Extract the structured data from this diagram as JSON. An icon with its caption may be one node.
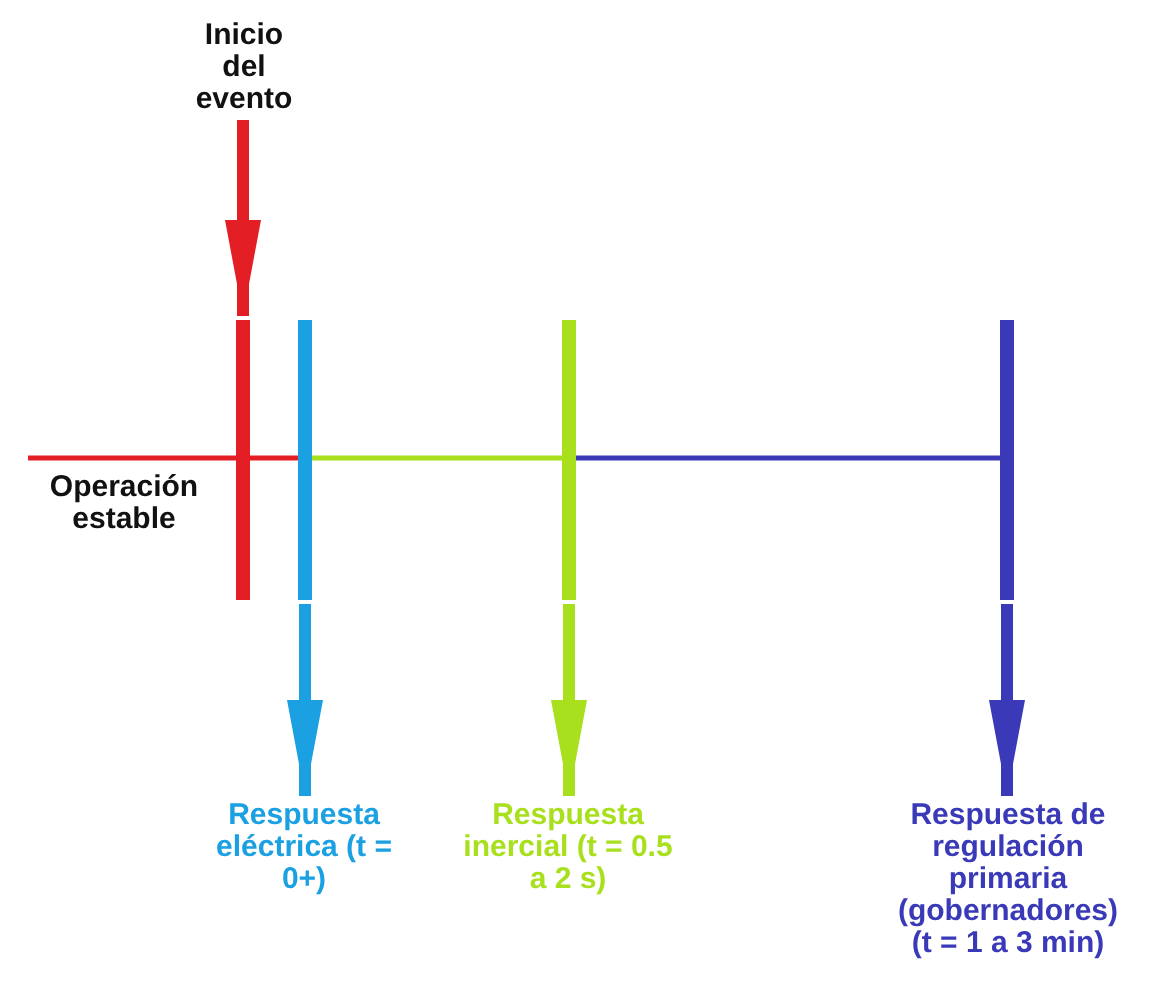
{
  "diagram": {
    "nodes": [
      {
        "text": [
          "Inicio del evento"
        ]
      },
      {
        "text": [],
        "shape": "bar"
      },
      {
        "text": [],
        "shape": "bar"
      },
      {
        "text": [],
        "shape": "bar"
      },
      {
        "text": [],
        "shape": "bar"
      },
      {
        "text": [
          "Respuesta eléctrica (t = 0+)"
        ]
      },
      {
        "text": [
          "Respuesta inercial (t = 0.5 a 2 s)"
        ]
      },
      {
        "text": [
          "Respuesta de regulación primaria (gobernadores) (t = 1 a 3 min)"
        ]
      }
    ],
    "edges": [
      {
        "from": 0,
        "to": 1,
        "arrow": "to",
        "color": "#e31e24"
      },
      {
        "from": null,
        "to": 2,
        "arrow": "none",
        "color": "#e31e24"
      },
      {
        "from": 2,
        "to": 3,
        "arrow": "none",
        "color": "#a8e01e"
      },
      {
        "from": 3,
        "to": 4,
        "arrow": "none",
        "color": "#3a3ab8"
      },
      {
        "from": 2,
        "to": 5,
        "arrow": "to",
        "color": "#1ba1e2"
      },
      {
        "from": 3,
        "to": 6,
        "arrow": "to",
        "color": "#a8e01e"
      },
      {
        "from": 4,
        "to": 7,
        "arrow": "to",
        "color": "#3a3ab8"
      }
    ],
    "labels": [
      "Operación estable"
    ]
  }
}
